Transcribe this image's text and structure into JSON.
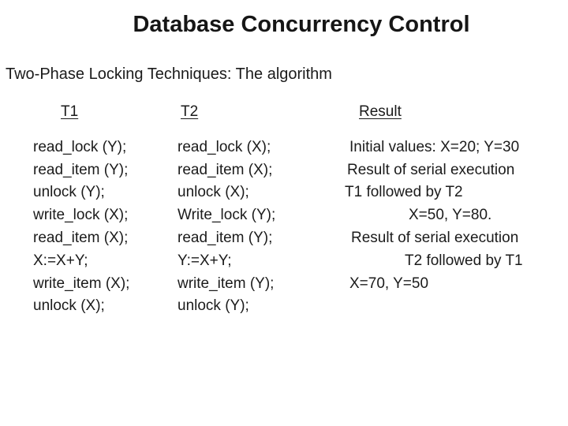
{
  "slide": {
    "title": "Database Concurrency Control",
    "subtitle": "Two-Phase Locking Techniques: The algorithm"
  },
  "columns": {
    "t1": {
      "header": "T1",
      "lines": [
        "read_lock (Y);",
        "read_item (Y);",
        "unlock (Y);",
        "write_lock (X);",
        "read_item (X);",
        "X:=X+Y;",
        "write_item (X);",
        "unlock (X);"
      ]
    },
    "t2": {
      "header": "T2",
      "lines": [
        "read_lock (X);",
        "read_item (X);",
        "unlock (X);",
        "Write_lock (Y);",
        "read_item (Y);",
        "Y:=X+Y;",
        "write_item (Y);",
        "unlock (Y);"
      ]
    },
    "result": {
      "header": "Result",
      "lines": [
        "Initial values: X=20; Y=30",
        "Result of serial execution",
        "T1 followed by T2",
        "X=50, Y=80.",
        "Result of serial execution",
        "T2 followed by T1",
        "X=70, Y=50"
      ]
    }
  },
  "colors": {
    "background": "#ffffff",
    "text": "#1b1b1b",
    "title_text": "#161616"
  }
}
